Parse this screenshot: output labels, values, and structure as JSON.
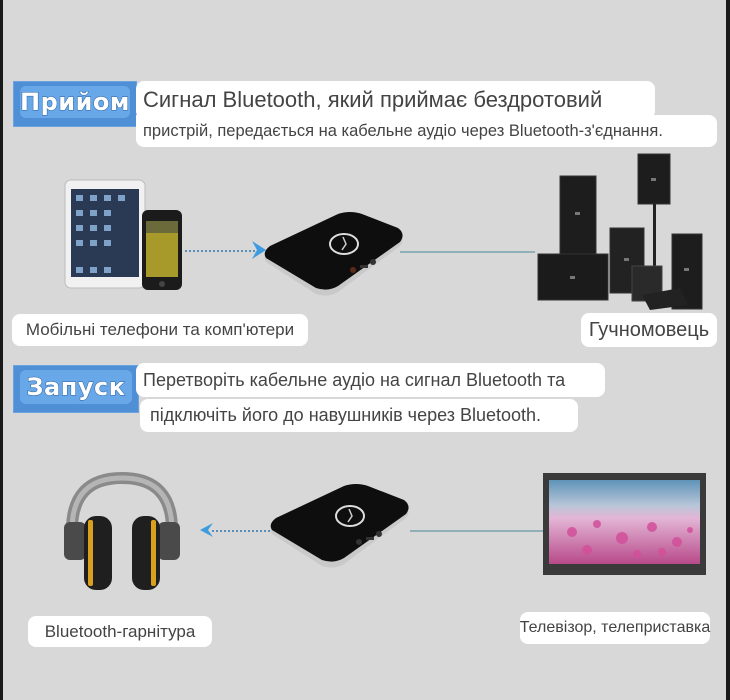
{
  "receive": {
    "tag": "Прийом",
    "line1": "Сигнал Bluetooth, який приймає бездротовий",
    "line2": "пристрій, передається на кабельне аудіо через Bluetooth-з'єднання.",
    "source_label": "Мобільні телефони та комп'ютери",
    "target_label": "Гучномовець"
  },
  "transmit": {
    "tag": "Запуск",
    "line1": "Перетворіть кабельне аудіо на сигнал Bluetooth та",
    "line2": "підключіть його до навушників через Bluetooth.",
    "target_label": "Bluetooth-гарнітура",
    "source_label": "Телевізор, телеприставка"
  },
  "colors": {
    "background": "#d8d8d8",
    "tag_blue": "#69a8e8",
    "arrow_blue": "#3d9be0",
    "device_black": "#111111"
  }
}
